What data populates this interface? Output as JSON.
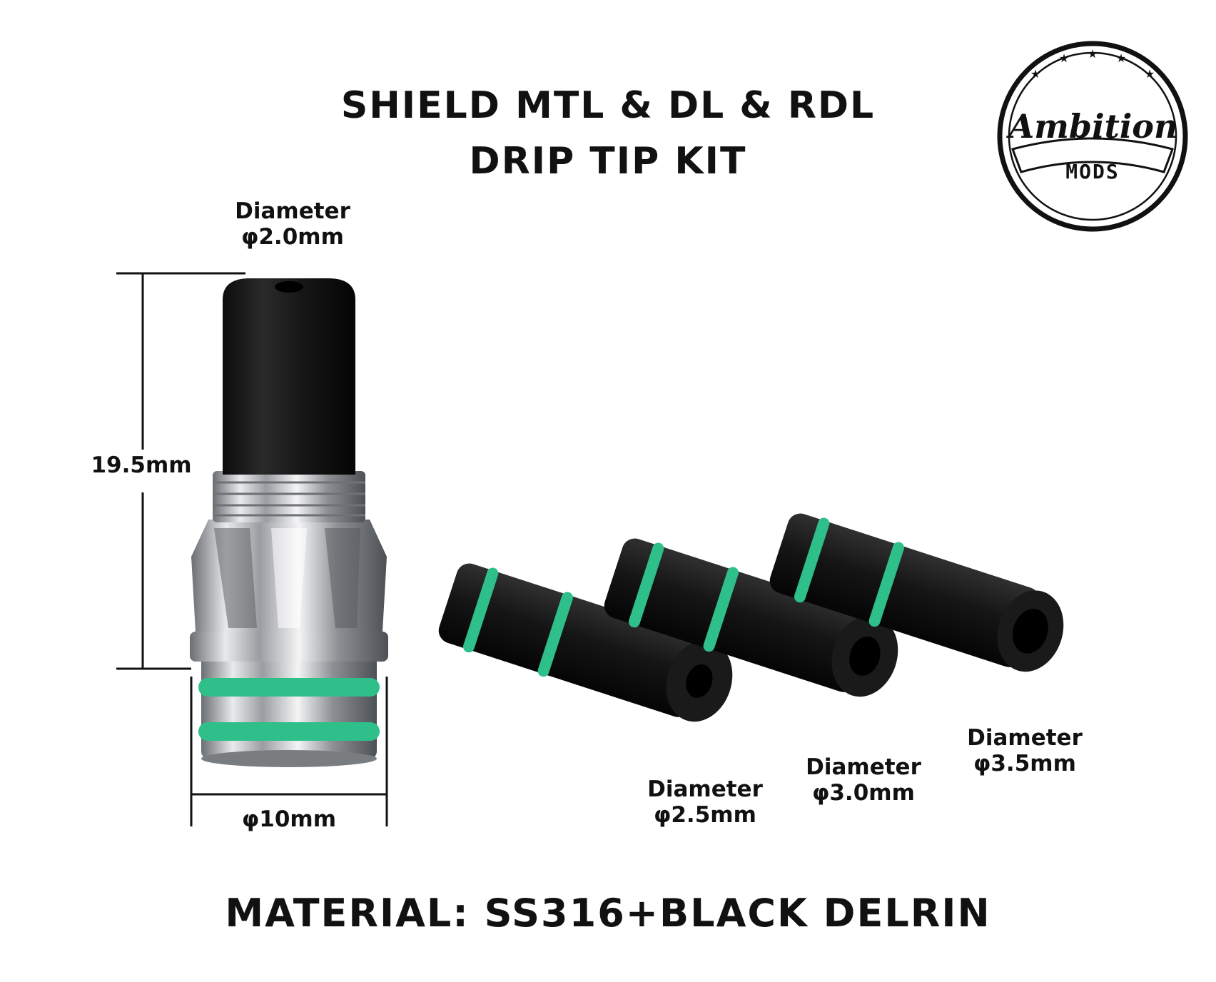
{
  "heading": {
    "line1": "SHIELD MTL & DL & RDL",
    "line2": "DRIP TIP KIT"
  },
  "logo": {
    "script_text": "Ambition",
    "banner_text": "MODS"
  },
  "dimensions": {
    "top_diameter": {
      "label": "Diameter",
      "value": "φ2.0mm"
    },
    "height": "19.5mm",
    "base_width": "φ10mm"
  },
  "inserts": [
    {
      "label": "Diameter",
      "value": "φ2.5mm"
    },
    {
      "label": "Diameter",
      "value": "φ3.0mm"
    },
    {
      "label": "Diameter",
      "value": "φ3.5mm"
    }
  ],
  "material": "MATERIAL: SS316+BLACK DELRIN",
  "colors": {
    "oring_green": "#2fbf8a",
    "delrin_black": "#141414",
    "steel": "#c9cbcd"
  }
}
